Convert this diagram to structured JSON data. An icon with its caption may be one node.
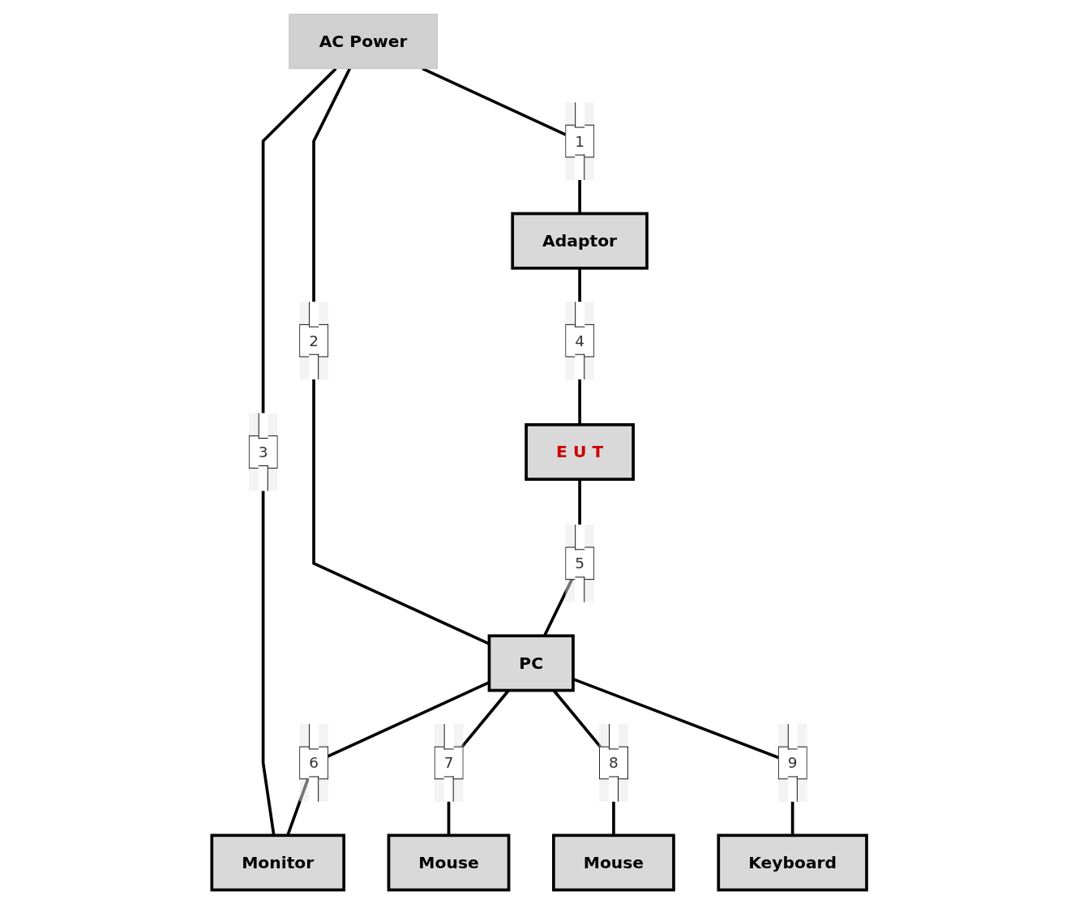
{
  "diagram": {
    "nodes": [
      {
        "text": [
          "AC Power"
        ]
      },
      {
        "text": [
          "Adaptor"
        ]
      },
      {
        "text": [
          "E U T"
        ]
      },
      {
        "text": [
          "PC"
        ]
      },
      {
        "text": [
          "Monitor"
        ]
      },
      {
        "text": [
          "Mouse"
        ]
      },
      {
        "text": [
          "Mouse"
        ]
      },
      {
        "text": [
          "Keyboard"
        ]
      }
    ],
    "edges": [
      {
        "from": 0,
        "to": 1,
        "arrow": "none",
        "label": "1"
      },
      {
        "from": 0,
        "to": 3,
        "arrow": "none",
        "label": "2"
      },
      {
        "from": 0,
        "to": 4,
        "arrow": "none",
        "label": "3"
      },
      {
        "from": 1,
        "to": 2,
        "arrow": "none",
        "label": "4"
      },
      {
        "from": 2,
        "to": 3,
        "arrow": "none",
        "label": "5"
      },
      {
        "from": 3,
        "to": 4,
        "arrow": "none",
        "label": "6"
      },
      {
        "from": 3,
        "to": 5,
        "arrow": "none",
        "label": "7"
      },
      {
        "from": 3,
        "to": 6,
        "arrow": "none",
        "label": "8"
      },
      {
        "from": 3,
        "to": 7,
        "arrow": "none",
        "label": "9"
      }
    ]
  }
}
